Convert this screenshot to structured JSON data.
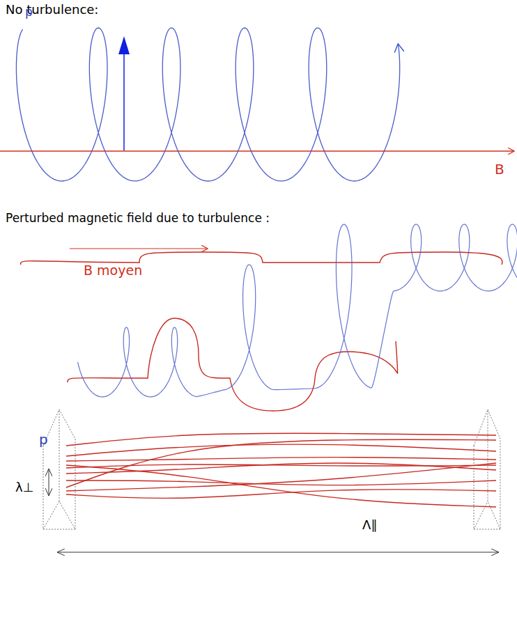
{
  "diagram": {
    "labels": [
      "No turbulence:",
      "p",
      "B",
      "Perturbed magnetic field due to turbulence :",
      "B moyen",
      "p",
      "λ⊥",
      "Λ∥"
    ]
  }
}
